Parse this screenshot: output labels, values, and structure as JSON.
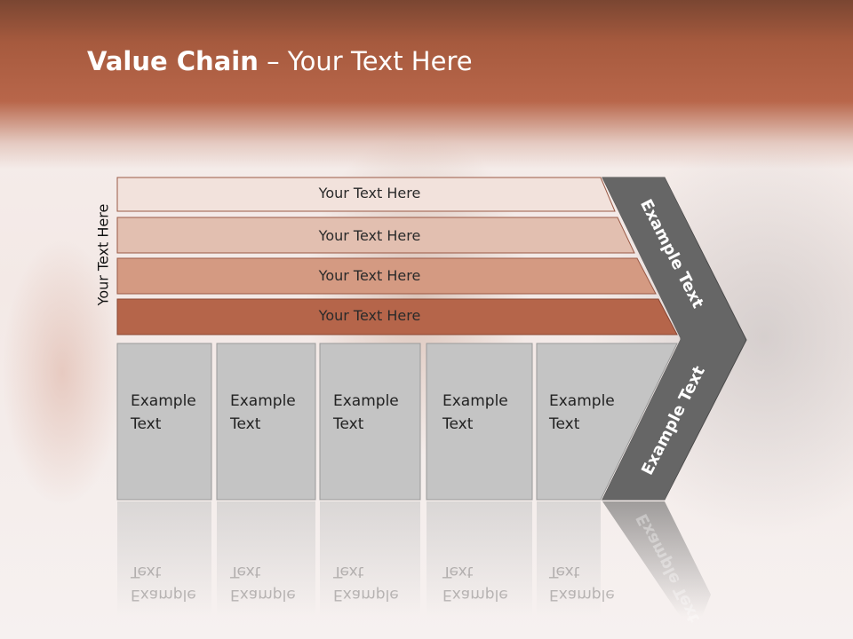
{
  "slide": {
    "title_bold": "Value Chain",
    "title_rest": " – Your Text Here",
    "side_label": "Your Text Here"
  },
  "rows": [
    {
      "label": "Your Text Here",
      "color": "#f2e2dc"
    },
    {
      "label": "Your Text Here",
      "color": "#e2bfb0"
    },
    {
      "label": "Your Text Here",
      "color": "#d49a82"
    },
    {
      "label": "Your Text Here",
      "color": "#b5654a"
    }
  ],
  "columns": [
    {
      "line1": "Example",
      "line2": "Text"
    },
    {
      "line1": "Example",
      "line2": "Text"
    },
    {
      "line1": "Example",
      "line2": "Text"
    },
    {
      "line1": "Example",
      "line2": "Text"
    },
    {
      "line1": "Example",
      "line2": "Text"
    }
  ],
  "chevron": {
    "upper_label": "Example Text",
    "lower_label": "Example Text",
    "color": "#666666"
  },
  "column_color": "#c4c4c4"
}
